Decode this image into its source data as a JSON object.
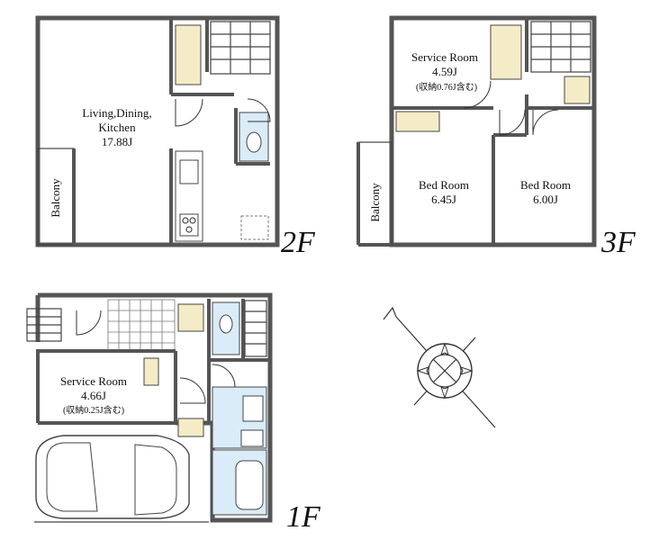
{
  "floors": {
    "f2": {
      "label": "2F",
      "rooms": {
        "ldk_l1": "Living,Dining,",
        "ldk_l2": "Kitchen",
        "ldk_size": "17.88J",
        "balcony": "Balcony"
      }
    },
    "f3": {
      "label": "3F",
      "rooms": {
        "service": "Service Room",
        "service_size": "4.59J",
        "service_note": "(収納0.76J含む)",
        "bed1": "Bed Room",
        "bed1_size": "6.45J",
        "bed2": "Bed Room",
        "bed2_size": "6.00J",
        "balcony": "Balcony"
      }
    },
    "f1": {
      "label": "1F",
      "rooms": {
        "service": "Service Room",
        "service_size": "4.66J",
        "service_note": "(収納0.25J含む)"
      }
    }
  },
  "compass": {
    "icon": "compass-north-icon"
  }
}
